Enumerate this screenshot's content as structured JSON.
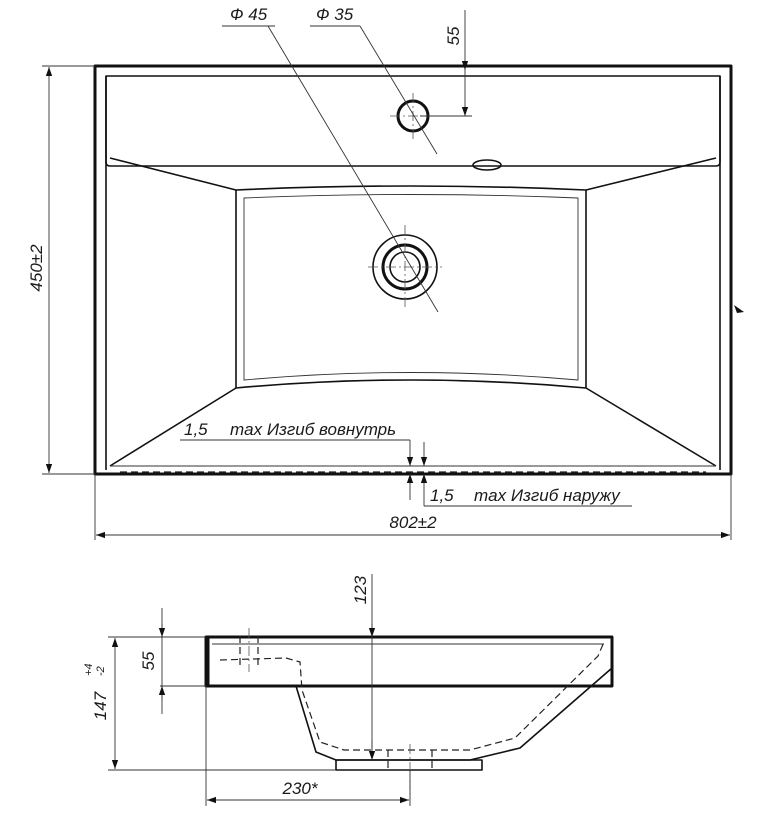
{
  "top_view": {
    "hole_45_label": "Ф 45",
    "hole_35_label": "Ф 35",
    "hole_offset_label": "55",
    "depth_label": "450±2",
    "width_label": "802±2",
    "bend_in_value": "1,5",
    "bend_in_text": "max Изгиб вовнутрь",
    "bend_out_value": "1,5",
    "bend_out_text": "max Изгиб наружу"
  },
  "side_view": {
    "height_label": "147",
    "height_tol_upper": "+4",
    "height_tol_lower": "-2",
    "rim_height_label": "55",
    "bowl_depth_label": "123",
    "drain_offset_label": "230*"
  }
}
